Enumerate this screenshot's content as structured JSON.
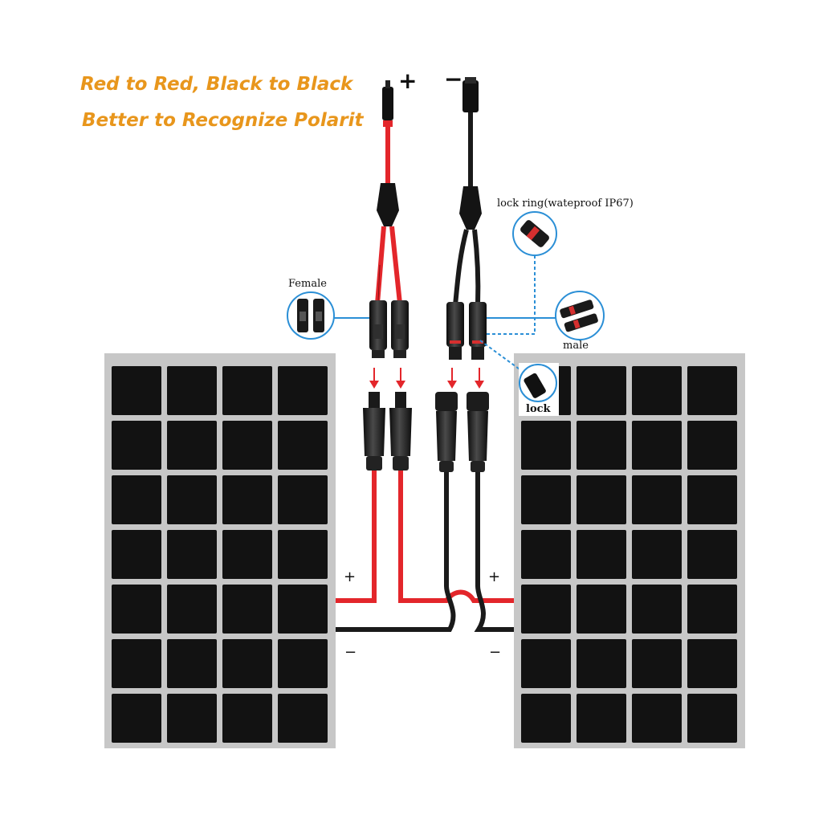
{
  "headline": {
    "line1": "Red to Red, Black to Black",
    "line2": "Better to Recognize Polarit"
  },
  "polarity": {
    "positive": "+",
    "negative": "−"
  },
  "labels": {
    "female": "Female",
    "male": "male",
    "lock_ring": "lock ring(wateproof IP67)",
    "lock": "lock"
  },
  "panel_terminals": {
    "left_positive": "+",
    "left_negative": "−",
    "right_positive": "+",
    "right_negative": "−"
  },
  "colors": {
    "headline": "#e8961c",
    "positive_wire": "#e3262b",
    "negative_wire": "#1a1a1a",
    "callout_line": "#2b8fd6",
    "panel_cell": "#121212",
    "panel_frame": "#b7b7b7"
  },
  "icons": {
    "arrow": "red-down-arrow-icon",
    "connector": "mc4-connector-icon"
  }
}
